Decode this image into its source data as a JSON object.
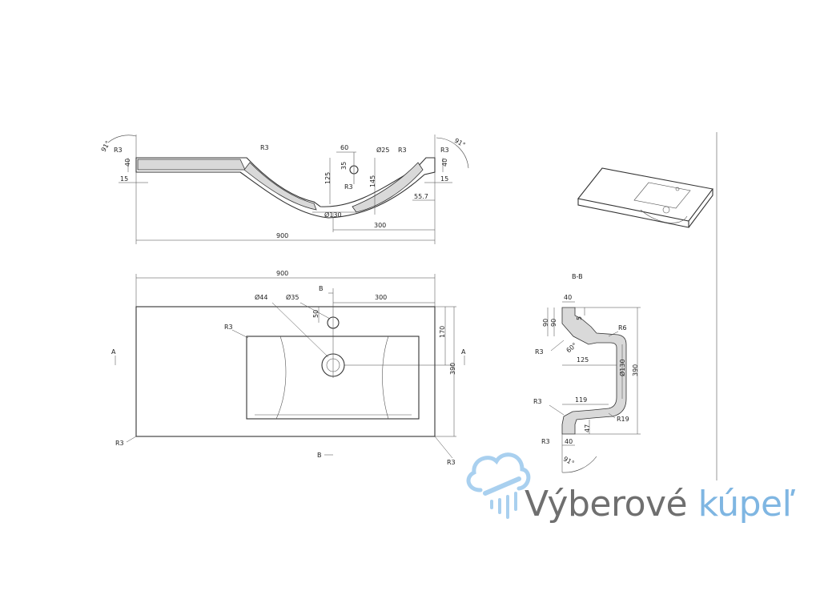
{
  "logo": {
    "word1": "Výberové",
    "word2": "kúpeľ",
    "color_gray": "#6f6f6f",
    "color_blue": "#7fb6e2",
    "icon": "shower-cloud-icon"
  },
  "side_view": {
    "angle_left": "91°",
    "angle_right": "91°",
    "r3_left": "R3",
    "r3_mid": "R3",
    "r3_right_a": "R3",
    "r3_right_b": "R3",
    "r3_bowl": "R3",
    "d40_left": "40",
    "d15_left": "15",
    "d40_right": "40",
    "d15_right": "15",
    "d60": "60",
    "d35": "35",
    "dia25": "Ø25",
    "d125": "125",
    "d145": "145",
    "d557": "55.7",
    "dia130": "Ø130",
    "d300": "300",
    "d900": "900"
  },
  "top_view": {
    "d900": "900",
    "b_top": "B",
    "b_bottom": "B",
    "dia44": "Ø44",
    "dia35": "Ø35",
    "d300": "300",
    "d50": "50",
    "r3_inner": "R3",
    "d170": "170",
    "d390": "390",
    "a_left": "A",
    "a_right": "A",
    "r3_bl": "R3",
    "r3_br": "R3"
  },
  "section_view": {
    "title": "B-B",
    "d40_top": "40",
    "d90a": "90",
    "d90b": "90",
    "d5": "5",
    "r6": "R6",
    "r3_a": "R3",
    "r3_b": "R3",
    "r3_c": "R3",
    "angle60": "60°",
    "d125": "125",
    "dia130": "Ø130",
    "d390": "390",
    "d119": "119",
    "r19": "R19",
    "d47": "47",
    "d40_bottom": "40",
    "angle91": "91°"
  }
}
